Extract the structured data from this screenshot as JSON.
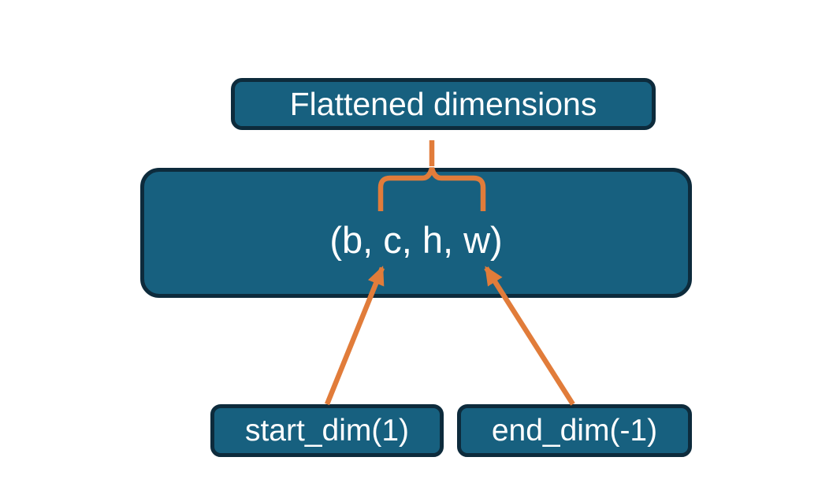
{
  "diagram": {
    "boxes": {
      "flattened": {
        "label": "Flattened dimensions"
      },
      "tensor": {
        "label": "(b, c, h, w)"
      },
      "start_dim": {
        "label": "start_dim(1)"
      },
      "end_dim": {
        "label": "end_dim(-1)"
      }
    },
    "connectors": {
      "brace": "brace-from-title-to-flattened-dims",
      "start_arrow": "start-dim-points-to-c",
      "end_arrow": "end-dim-points-to-w"
    },
    "colors": {
      "box_fill": "#17607f",
      "box_border": "#0d2b3c",
      "connector_orange": "#e17c3a",
      "label_text": "#ffffff",
      "background": "#ffffff"
    }
  }
}
